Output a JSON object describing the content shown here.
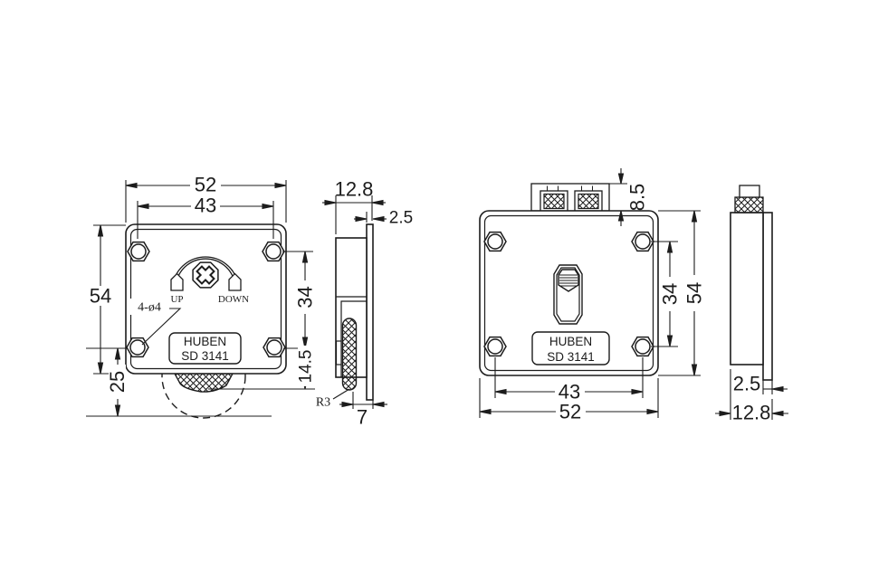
{
  "drawing": {
    "brand": "HUBEN",
    "model": "SD 3141",
    "annotations": {
      "up": "UP",
      "down": "DOWN",
      "holes": "4-ø4",
      "radius": "R3"
    },
    "dimensions": {
      "front_width": "52",
      "front_hole_span_x": "43",
      "front_height": "54",
      "front_hole_span_y": "34",
      "front_latch_drop": "25",
      "front_roller_height": "14.5",
      "side_depth": "12.8",
      "side_plate_thickness": "2.5",
      "side_roller_width": "7",
      "rear_terminal_height": "8.5",
      "rear_hole_span_y": "34",
      "rear_height": "54",
      "rear_hole_span_x": "43",
      "rear_width": "52",
      "rear_side_plate_thickness": "2.5",
      "rear_side_depth": "12.8"
    },
    "line_color": "#1c1c1c"
  }
}
